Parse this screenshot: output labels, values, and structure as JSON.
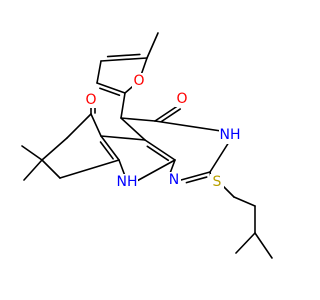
{
  "structure": {
    "atoms": {
      "furan_oxygen": "O",
      "ketone_oxygen": "O",
      "lactam_oxygen": "O",
      "amide_nh": "NH",
      "pyrimidine_n": "N",
      "amine_nh": "NH",
      "sulfur": "S"
    },
    "colors": {
      "bond": "#000000",
      "oxygen": "#ff0000",
      "nitrogen": "#0000ff",
      "sulfur": "#b8a000"
    }
  }
}
